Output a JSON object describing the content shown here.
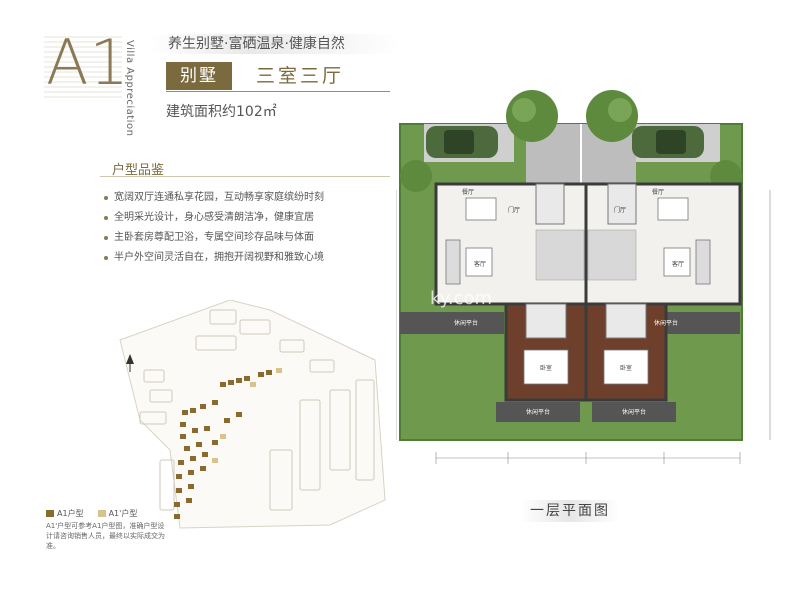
{
  "header": {
    "unit_code": "A1",
    "vertical_text": "Villa Appreciation",
    "slogan": "养生别墅·富硒温泉·健康自然",
    "badge": "别墅",
    "rooms": "三室三厅",
    "area": "建筑面积约102㎡"
  },
  "features": {
    "title": "户型品鉴",
    "items": [
      "宽阔双厅连通私享花园，互动畅享家庭缤纷时刻",
      "全明采光设计，身心感受清朗洁净，健康宜居",
      "主卧套房尊配卫浴，专属空间珍存品味与体面",
      "半户外空间灵活自在，拥抱开阔视野和雅致心境"
    ]
  },
  "sitemap": {
    "legend": [
      "A1户型",
      "A1'户型"
    ],
    "note": "A1'户型可参考A1户型图，准确户型设计请咨询销售人员，最终以实际成交为准。"
  },
  "plan": {
    "title": "一层平面图",
    "watermark": "ky.com",
    "room_labels": {
      "dining_left": "餐厅",
      "dining_right": "餐厅",
      "hall_left": "门厅",
      "hall_right": "门厅",
      "living_left": "客厅",
      "living_right": "客厅",
      "bedroom_left": "卧室",
      "bedroom_right": "卧室",
      "terrace_left": "休闲平台",
      "terrace_right": "休闲平台",
      "terrace_bottom_left": "休闲平台",
      "terrace_bottom_right": "休闲平台"
    }
  },
  "colors": {
    "accent": "#7c6a3f",
    "lawn": "#6f9a4e",
    "lawn_border": "#4e7d35",
    "wood_floor": "#6e3f2a",
    "villa_highlight": "#8a6a2e"
  }
}
